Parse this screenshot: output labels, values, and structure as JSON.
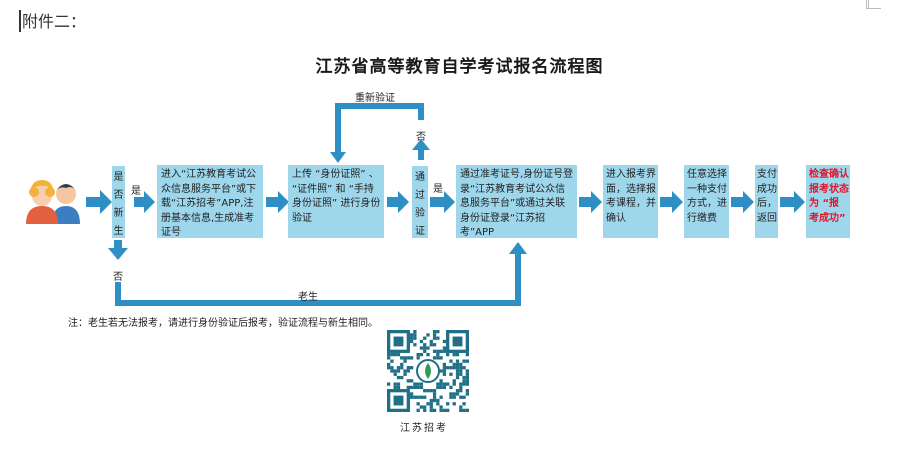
{
  "document": {
    "attachment_label": "附件二：",
    "title": "江苏省高等教育自学考试报名流程图",
    "note": "注：老生若无法报考，请进行身份验证后报考，验证流程与新生相同。",
    "qr_caption": "江苏招考"
  },
  "flow": {
    "decision_new": [
      "是",
      "否",
      "新",
      "生"
    ],
    "yes_label_1": "是",
    "no_label": "否",
    "old_student_label": "老生",
    "step_register": "进入“江苏教育考试公众信息服务平台”或下载“江苏招考”APP,注册基本信息,生成准考证号",
    "step_upload": "上传 “身份证照” 、 “证件照” 和 “手持身份证照” 进行身份验证",
    "reverify_label": "重新验证",
    "fail_label": "否",
    "decision_pass": [
      "通",
      "过",
      "验",
      "证"
    ],
    "yes_label_2": "是",
    "step_login": "通过准考证号,身份证号登录“江苏教育考试公众信息服务平台”或通过关联身份证登录“江苏招考”APP",
    "step_enter": "进入报考界面，选择报考课程，并确认",
    "step_pay": "任意选择一种支付方式，进行缴费",
    "step_return": "支付成功后，返回",
    "step_check": "检查确认报考状态为 “报考成功”"
  },
  "colors": {
    "box_fill": "#9ed7ec",
    "arrow_blue": "#2e8fc4",
    "alert_red": "#e0162b"
  }
}
